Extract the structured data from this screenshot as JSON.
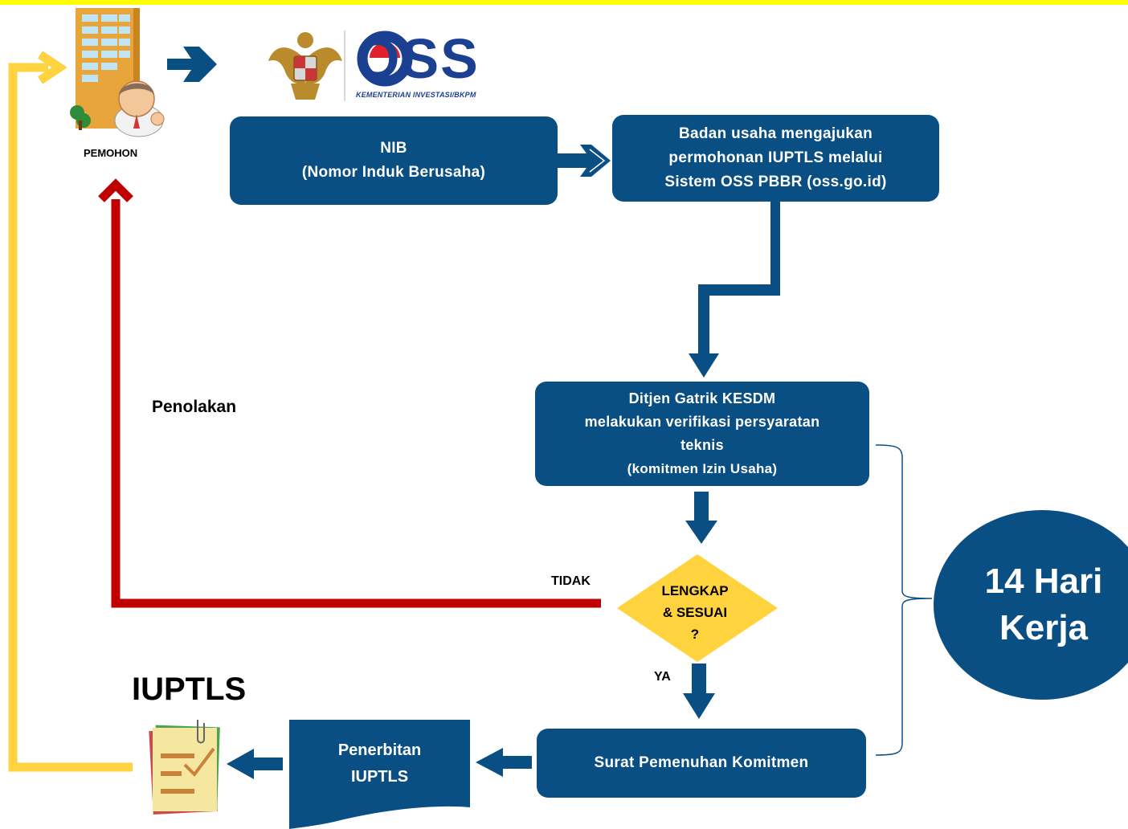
{
  "applicant": {
    "label": "PEMOHON"
  },
  "logo": {
    "brand": "OSS",
    "subtitle": "KEMENTERIAN INVESTASI/BKPM"
  },
  "steps": {
    "nib": [
      "NIB",
      "(Nomor Induk Berusaha)"
    ],
    "apply": [
      "Badan usaha mengajukan",
      "permohonan IUPTLS melalui",
      "Sistem OSS PBBR (oss.go.id)"
    ],
    "verify": [
      "Ditjen Gatrik KESDM",
      "melakukan verifikasi persyaratan",
      "teknis",
      "(komitmen Izin Usaha)"
    ],
    "decision": [
      "LENGKAP",
      "& SESUAI",
      "?"
    ],
    "letter": "Surat Pemenuhan Komitmen",
    "issuance": [
      "Penerbitan",
      "IUPTLS"
    ]
  },
  "labels": {
    "rejection": "Penolakan",
    "no": "TIDAK",
    "yes": "YA",
    "result": "IUPTLS"
  },
  "duration": [
    "14 Hari",
    "Kerja"
  ],
  "colors": {
    "primary": "#0a4f83",
    "reject": "#c00000",
    "return": "#ffd340",
    "decision": "#ffd33d",
    "banner": "#ffff00"
  }
}
